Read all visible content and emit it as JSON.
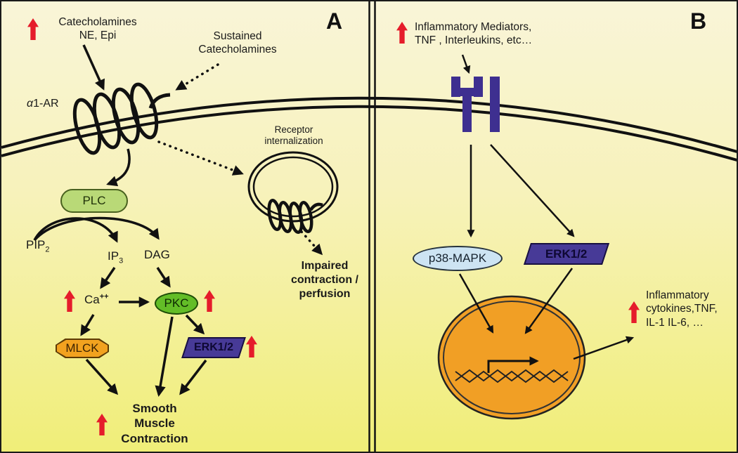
{
  "figure": {
    "type": "signaling-pathway-diagram",
    "panel_count": 2
  },
  "panel_a": {
    "label": "A",
    "stimulus_line1": "Catecholamines",
    "stimulus_line2": "NE, Epi",
    "sustained_line1": "Sustained",
    "sustained_line2": "Catecholamines",
    "receptor_alpha": "α",
    "receptor_rest": "1-AR",
    "plc_label": "PLC",
    "pip2_base": "PIP",
    "pip2_sub": "2",
    "ip3_base": "IP",
    "ip3_sub": "3",
    "dag_label": "DAG",
    "ca_base": "Ca",
    "ca_sup": "++",
    "pkc_label": "PKC",
    "mlck_label": "MLCK",
    "erk_label": "ERK1/2",
    "internalization_line1": "Receptor",
    "internalization_line2": "internalization",
    "impaired_line1": "Impaired",
    "impaired_line2": "contraction /",
    "impaired_line3": "perfusion",
    "outcome_line1": "Smooth",
    "outcome_line2": "Muscle",
    "outcome_line3": "Contraction"
  },
  "panel_b": {
    "label": "B",
    "stimulus_line1": "Inflammatory Mediators,",
    "stimulus_line2": "TNF , Interleukins, etc…",
    "p38_label": "p38-MAPK",
    "erk_label": "ERK1/2",
    "cytokines_line1": "Inflammatory",
    "cytokines_line2": "cytokines,TNF,",
    "cytokines_line3": "IL-1 IL-6, …"
  },
  "colors": {
    "red_up_arrow": "#e51c2b",
    "plc_fill": "#b9d977",
    "pkc_fill": "#63bd27",
    "mlck_fill": "#f2a21f",
    "erk_fill": "#473a97",
    "p38_fill": "#cde4f3",
    "nucleus_fill": "#f19f25",
    "cytokine_receptor_fill": "#3e2f90",
    "membrane_line": "#111111",
    "background_top": "#f9f5d8",
    "background_bottom": "#f0ee78"
  }
}
